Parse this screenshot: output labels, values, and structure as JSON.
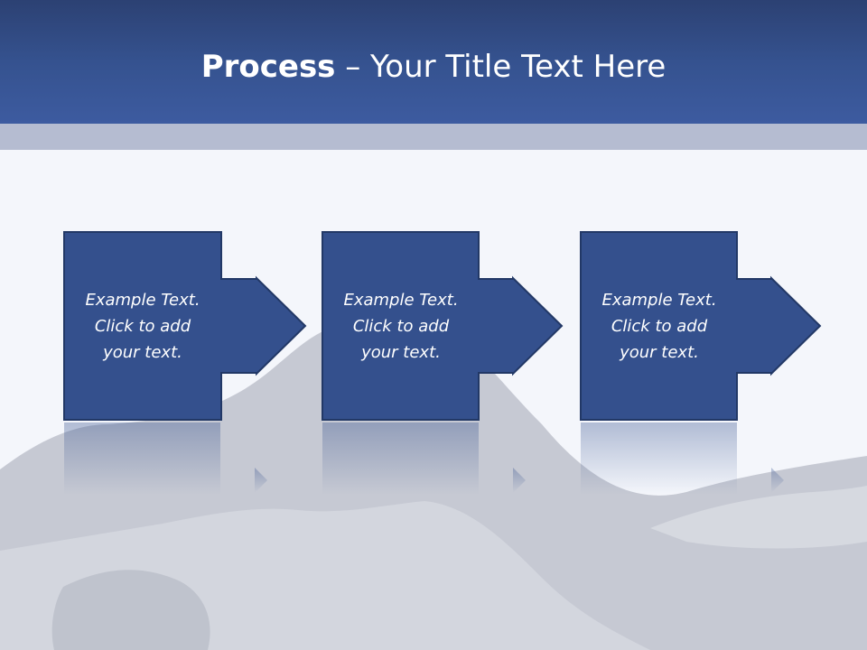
{
  "slide": {
    "title_bold": "Process",
    "title_rest": " – Your Title Text Here"
  },
  "steps": [
    {
      "text": "Example Text.\nClick  to add\nyour text."
    },
    {
      "text": "Example Text.\nClick  to add\nyour text."
    },
    {
      "text": "Example Text.\nClick  to add\nyour text."
    }
  ],
  "colors": {
    "header_dark": "#2c4173",
    "header_light": "#3d5ba0",
    "band": "#b5bcd1",
    "box_fill": "#34508d",
    "box_border": "#223866",
    "background": "#f4f6fb",
    "silhouette": "#c6c9d3"
  }
}
